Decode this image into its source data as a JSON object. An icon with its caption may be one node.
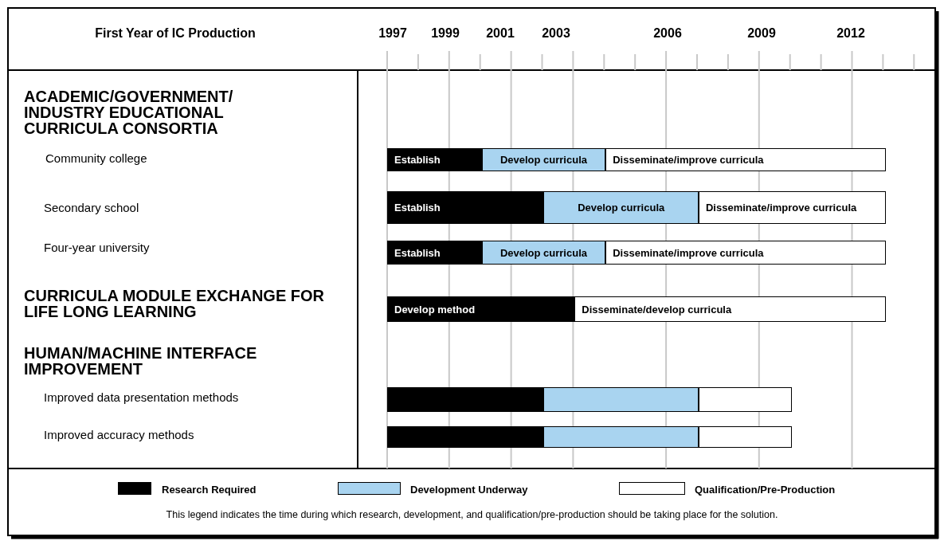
{
  "diagram": {
    "nodes": [
      {
        "text": [
          "Establish"
        ]
      },
      {
        "text": [
          "Develop curricula"
        ]
      },
      {
        "text": [
          "Disseminate/improve curricula"
        ]
      },
      {
        "text": [
          "Establish"
        ]
      },
      {
        "text": [
          "Develop curricula"
        ]
      },
      {
        "text": [
          "Disseminate/improve curricula"
        ]
      },
      {
        "text": [
          "Establish"
        ]
      },
      {
        "text": [
          "Develop curricula"
        ]
      },
      {
        "text": [
          "Disseminate/improve curricula"
        ]
      },
      {
        "text": [
          "Develop method"
        ]
      },
      {
        "text": [
          "Disseminate/develop curricula"
        ]
      },
      {
        "text": [],
        "shape": "bar"
      },
      {
        "text": [],
        "shape": "bar"
      },
      {
        "text": [],
        "shape": "bar"
      },
      {
        "text": [],
        "shape": "bar"
      },
      {
        "text": [],
        "shape": "bar"
      },
      {
        "text": [],
        "shape": "bar"
      }
    ],
    "labels": [
      "First Year of IC Production",
      "1997",
      "1999",
      "2001",
      "2003",
      "2006",
      "2009",
      "2012",
      "ACADEMIC/GOVERNMENT/ INDUSTRY EDUCATIONAL CURRICULA CONSORTIA",
      "Community college",
      "Secondary school",
      "Four-year university",
      "CURRICULA MODULE EXCHANGE FOR LIFE LONG LEARNING",
      "HUMAN/MACHINE INTERFACE IMPROVEMENT",
      "Improved data presentation methods",
      "Improved accuracy methods",
      "This legend indicates the time during which research, development, and qualification/pre-production should be taking place for the solution."
    ],
    "legend": [
      {
        "text": "Research Required",
        "color": "#000000"
      },
      {
        "text": "Development Underway",
        "color": "#a9d4f0"
      },
      {
        "text": "Qualification/Pre-Production",
        "color": "#ffffff"
      }
    ]
  }
}
